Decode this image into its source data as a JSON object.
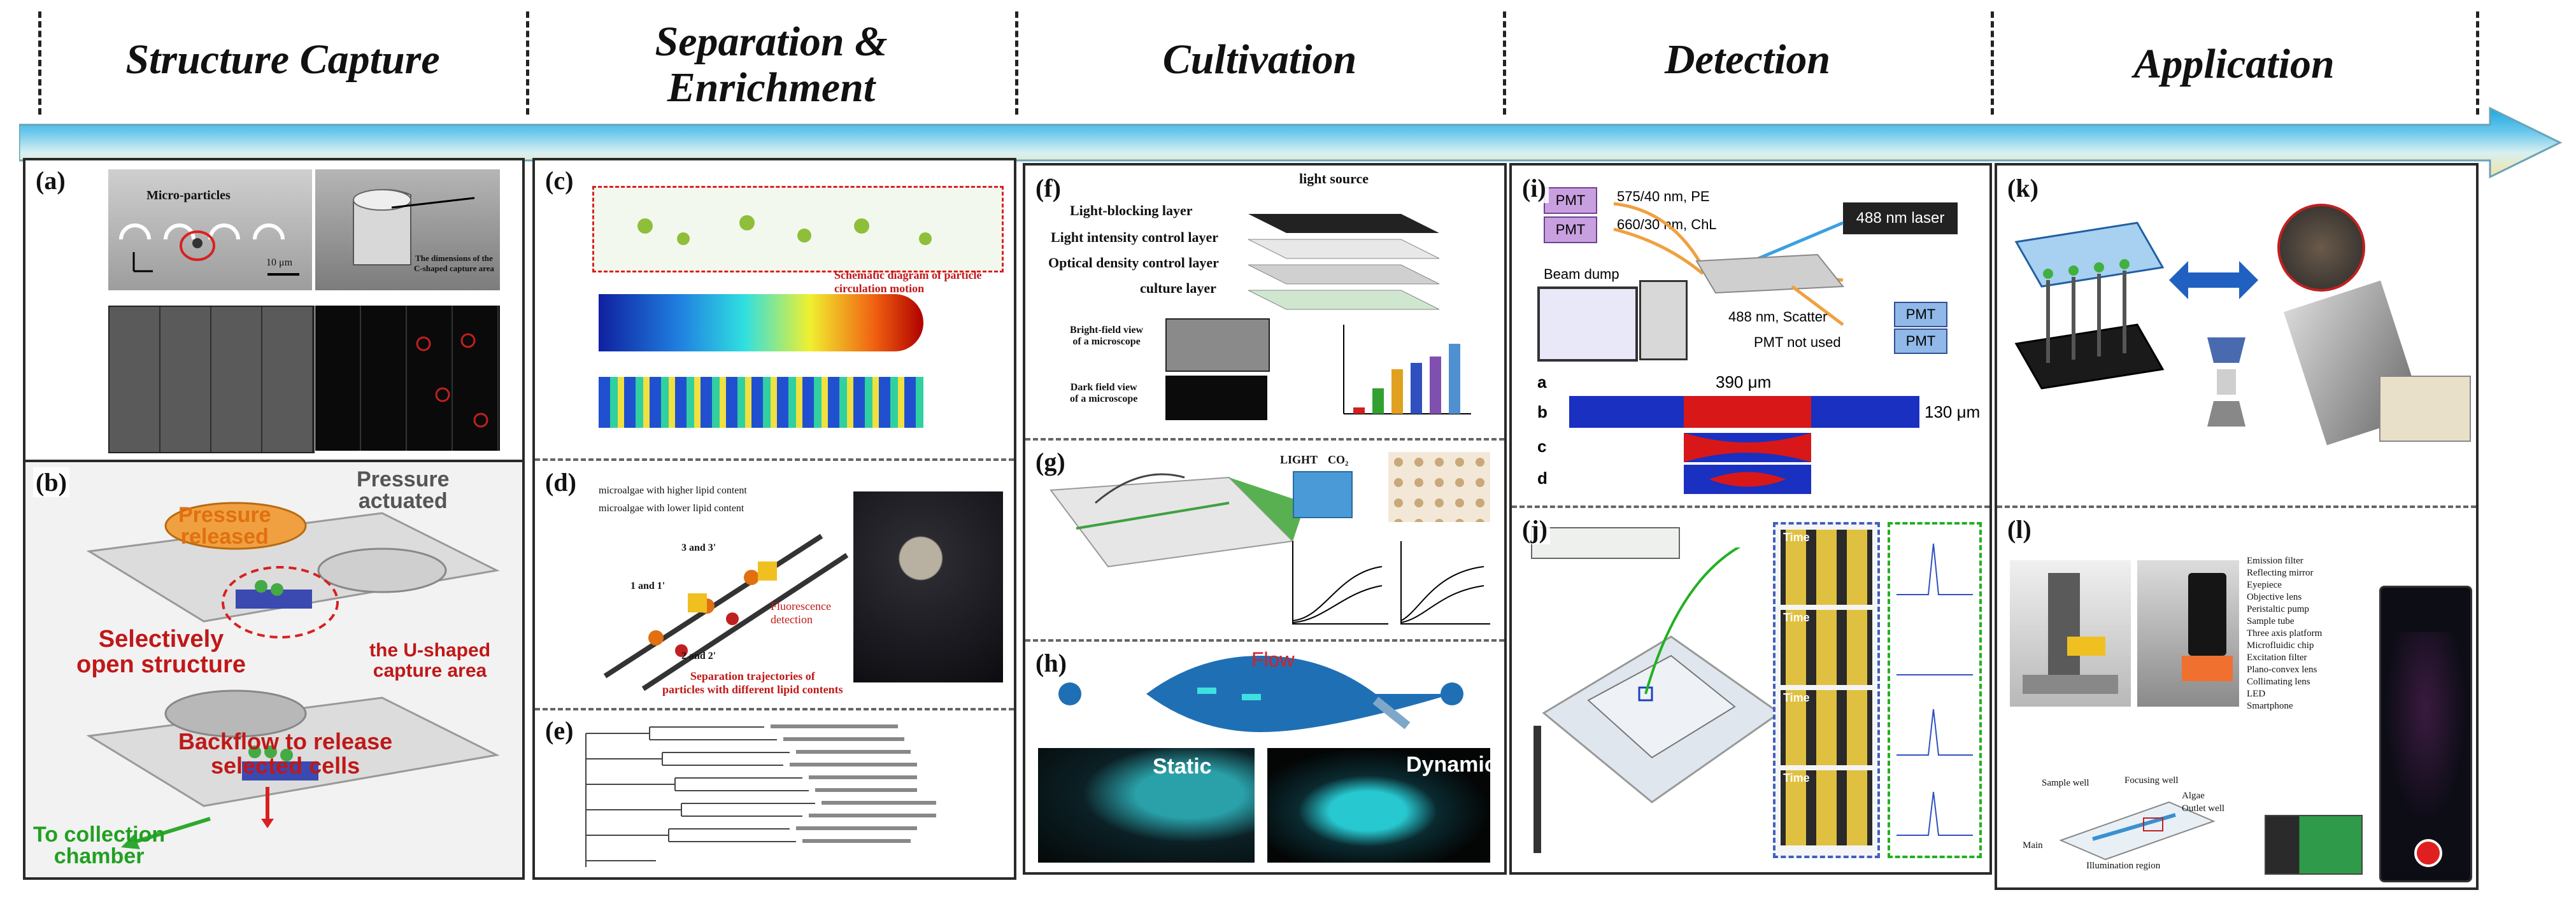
{
  "stages": [
    "Structure Capture",
    "Separation &\nEnrichment",
    "Cultivation",
    "Detection",
    "Application"
  ],
  "panels": {
    "a": {
      "label": "(a)",
      "micro_particles": "Micro-particles",
      "scale": "10 μm",
      "dimension_note": "The dimensions of the\nC-shaped capture area"
    },
    "b": {
      "label": "(b)",
      "pressure_released": "Pressure\nreleased",
      "pressure_actuated": "Pressure\nactuated",
      "selectively": "Selectively\nopen structure",
      "u_shaped": "the U-shaped\ncapture area",
      "backflow": "Backflow to release\nselected cells",
      "collection": "To collection\nchamber"
    },
    "c": {
      "label": "(c)",
      "schematic": "Schematic diagram of particle\ncirculation motion"
    },
    "d": {
      "label": "(d)",
      "legend1": "microalgae with higher lipid content",
      "legend2": "microalgae with lower lipid content",
      "fluor": "Fluorescence\ndetection",
      "traj": "Separation trajectories of\nparticles with different lipid contents",
      "m1": "1 and 1'",
      "m2": "2 and 2'",
      "m3": "3 and 3'"
    },
    "e": {
      "label": "(e)"
    },
    "f": {
      "label": "(f)",
      "light_source": "light source",
      "layer1": "Light-blocking layer",
      "layer2": "Light intensity control layer",
      "layer3": "Optical density control layer",
      "layer4": "culture layer",
      "bright": "Bright-field view\nof a microscope",
      "darkv": "Dark field view\nof a microscope"
    },
    "g": {
      "label": "(g)",
      "light": "LIGHT",
      "co2": "CO₂"
    },
    "h": {
      "label": "(h)",
      "flow": "Flow",
      "static": "Static",
      "dynamic": "Dynamic"
    },
    "i": {
      "label": "(i)",
      "pmt": "PMT",
      "pe": "575/40 nm, PE",
      "chl": "660/30 nm, ChL",
      "laser": "488 nm laser",
      "beam_dump": "Beam dump",
      "scatter": "488 nm, Scatter",
      "not_used": "PMT not used",
      "width_label": "390 μm",
      "height_label": "130 μm",
      "rows": [
        "a",
        "b",
        "c",
        "d"
      ]
    },
    "j": {
      "label": "(j)",
      "time": "Time"
    },
    "k": {
      "label": "(k)"
    },
    "l": {
      "label": "(l)",
      "legend": [
        "Emission filter",
        "Reflecting mirror",
        "Eyepiece",
        "Objective lens",
        "Peristaltic pump",
        "Sample tube",
        "Three axis platform",
        "Microfluidic chip",
        "Excitation filter",
        "Plano-convex lens",
        "Collimating lens",
        "LED",
        "Smartphone"
      ],
      "sample_well": "Sample well",
      "focusing_well": "Focusing well",
      "algae": "Algae",
      "outlet_well": "Outlet well",
      "main": "Main",
      "illum": "Illumination region"
    }
  },
  "colors": {
    "arrow_top": "#1aa9e0",
    "arrow_mid": "#b8e6f2",
    "arrow_bottom": "#f2e3a0",
    "capture_red": "#d92020",
    "pressure_orange": "#f0a040",
    "cyan_cells": "#3fe0e0",
    "flow_blue": "#1f6fb5"
  }
}
